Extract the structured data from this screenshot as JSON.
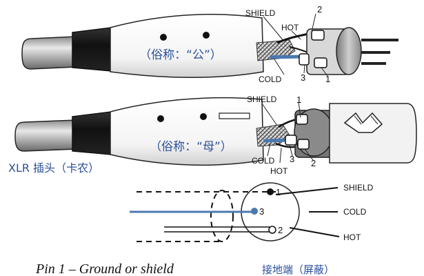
{
  "title": "XLR 插头（卡农）",
  "male_connector": {
    "nickname": "（俗称：“公”）",
    "labels": {
      "shield": "SHIELD",
      "hot": "HOT",
      "cold": "COLD"
    },
    "pins": {
      "p2": "2",
      "p3": "3",
      "p1": "1"
    }
  },
  "female_connector": {
    "nickname": "（俗称：“母”）",
    "labels": {
      "shield": "SHIELD",
      "cold": "COLD",
      "hot": "HOT"
    },
    "pins": {
      "p1": "1",
      "p3": "3",
      "p2": "2"
    }
  },
  "schematic": {
    "pins": {
      "p1": "1",
      "p3": "3",
      "p2": "2"
    },
    "labels": {
      "shield": "SHIELD",
      "cold": "COLD",
      "hot": "HOT"
    },
    "colors": {
      "cold_wire": "#4a78b0",
      "wire": "#111111"
    }
  },
  "footer": {
    "text": "Pin 1 – Ground or shield",
    "cn": "接地端（屏蔽）"
  }
}
